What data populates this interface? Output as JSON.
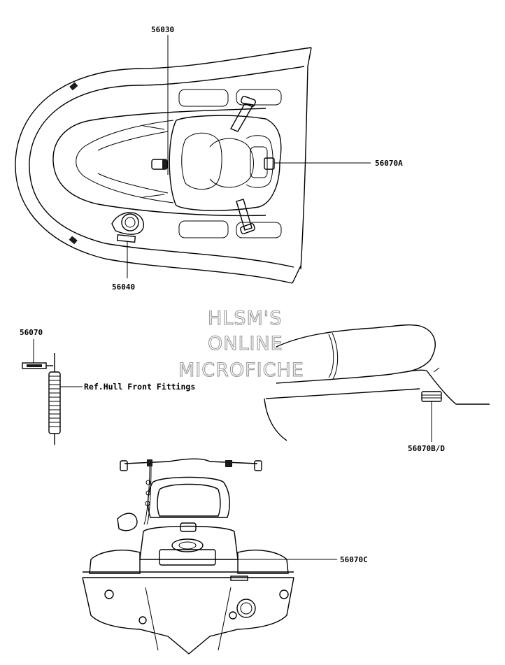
{
  "labels": {
    "p56030": "56030",
    "p56040": "56040",
    "p56070A": "56070A",
    "p56070": "56070",
    "p56070BD": "56070B/D",
    "p56070C": "56070C",
    "ref_hull": "Ref.Hull Front Fittings"
  },
  "watermark": {
    "line1": "HLSM'S",
    "line2": "ONLINE",
    "line3": "MICROFICHE"
  }
}
